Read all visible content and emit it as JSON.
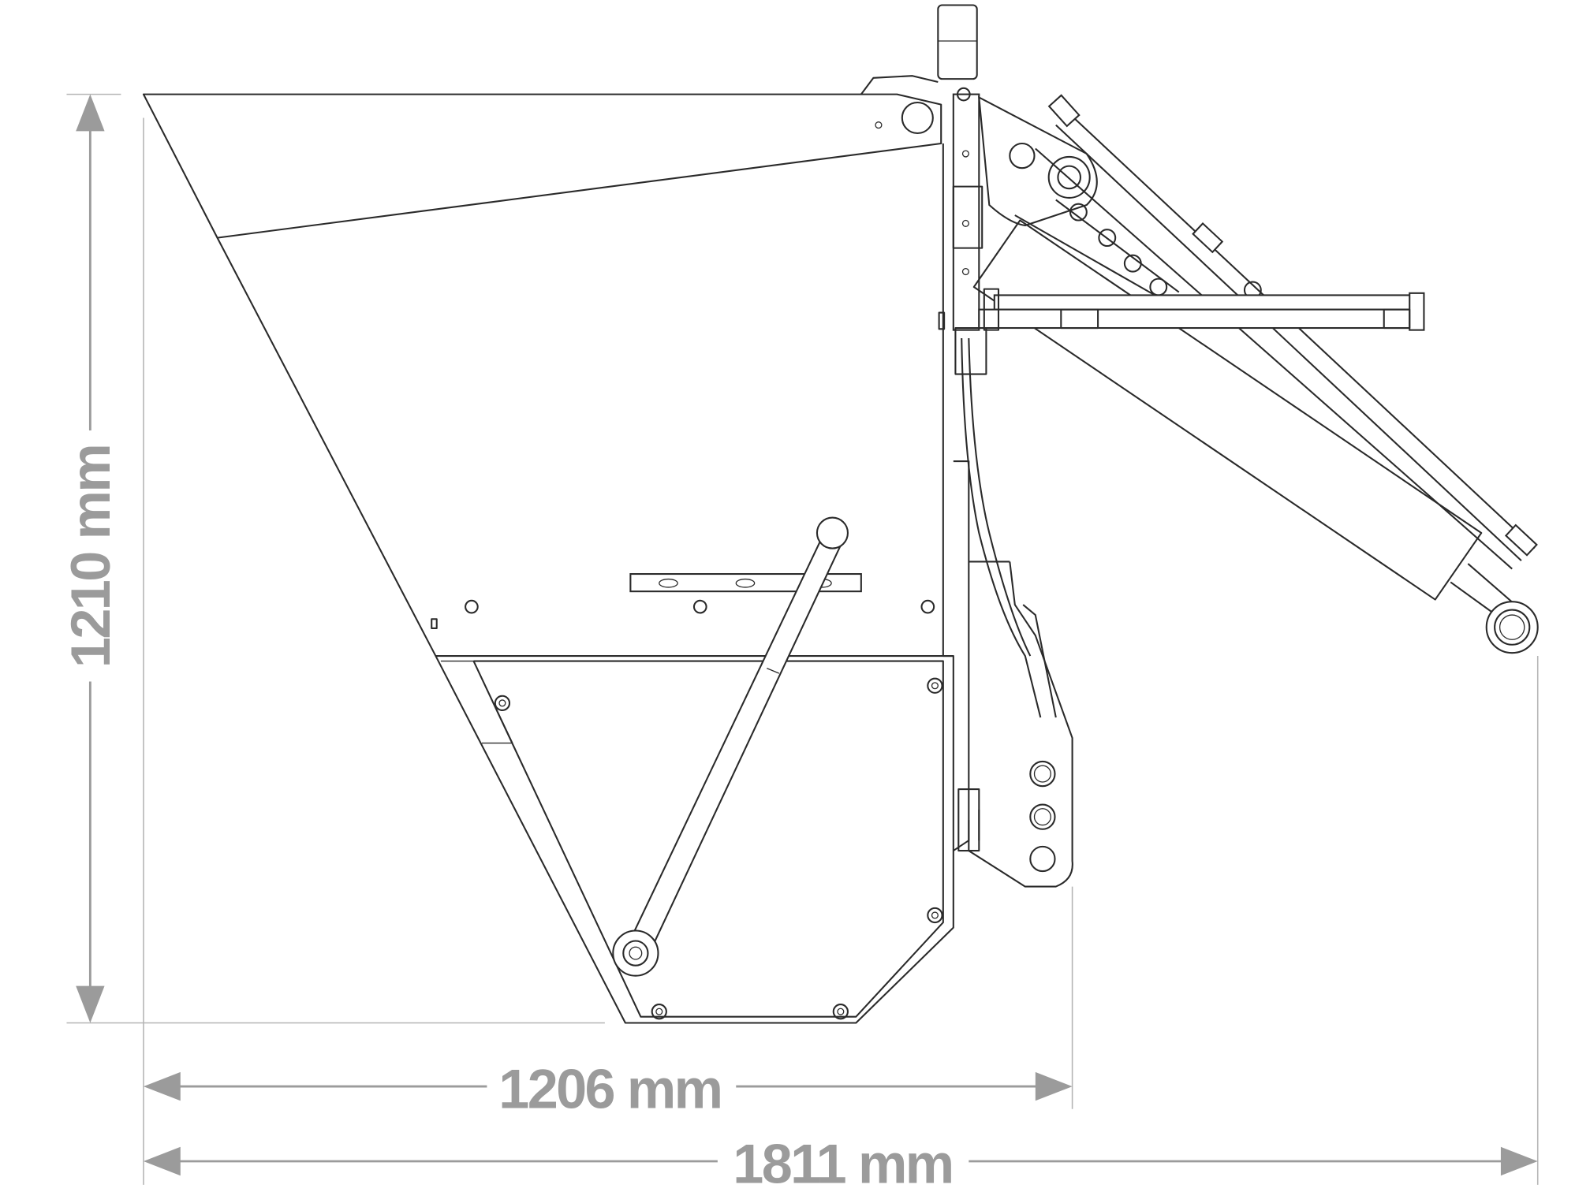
{
  "dimensions": {
    "height_label": "1210 mm",
    "width_body_label": "1206 mm",
    "width_total_label": "1811 mm"
  },
  "colors": {
    "line": "#2a2a2a",
    "dimension": "#9b9b9b",
    "background": "#ffffff"
  }
}
